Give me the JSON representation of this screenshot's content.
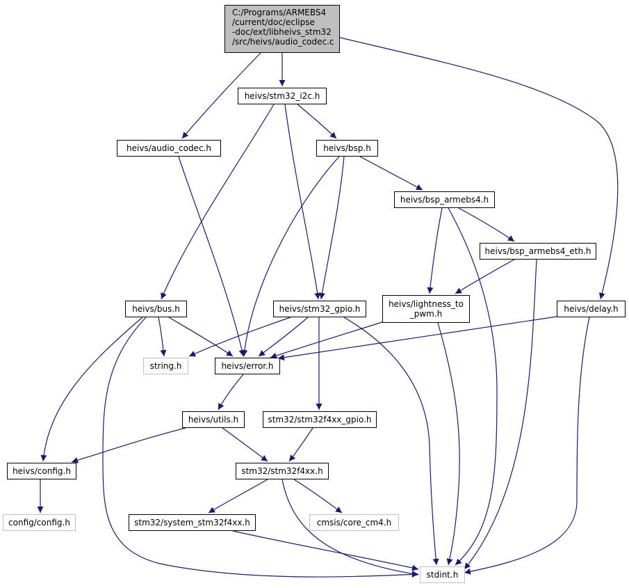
{
  "graph": {
    "edge_color": "#191970",
    "nodes": {
      "audio_codec_c": {
        "label": "C:/Programs/ARMEBS4\n/current/doc/eclipse\n-doc/ext/libheivs_stm32\n/src/heivs/audio_codec.c",
        "style": "root"
      },
      "stm32_i2c_h": {
        "label": "heivs/stm32_i2c.h"
      },
      "audio_codec_h": {
        "label": "heivs/audio_codec.h"
      },
      "bsp_h": {
        "label": "heivs/bsp.h"
      },
      "bsp_armebs4_h": {
        "label": "heivs/bsp_armebs4.h"
      },
      "bsp_armebs4_eth_h": {
        "label": "heivs/bsp_armebs4_eth.h"
      },
      "bus_h": {
        "label": "heivs/bus.h"
      },
      "stm32_gpio_h": {
        "label": "heivs/stm32_gpio.h"
      },
      "lightness_to_pwm_h": {
        "label": "heivs/lightness_to\n_pwm.h"
      },
      "delay_h": {
        "label": "heivs/delay.h"
      },
      "string_h": {
        "label": "string.h",
        "style": "gray"
      },
      "error_h": {
        "label": "heivs/error.h"
      },
      "utils_h": {
        "label": "heivs/utils.h"
      },
      "stm32f4xx_gpio_h": {
        "label": "stm32/stm32f4xx_gpio.h"
      },
      "config_h": {
        "label": "heivs/config.h"
      },
      "stm32f4xx_h": {
        "label": "stm32/stm32f4xx.h"
      },
      "config_config_h": {
        "label": "config/config.h",
        "style": "gray"
      },
      "system_stm32f4xx_h": {
        "label": "stm32/system_stm32f4xx.h"
      },
      "core_cm4_h": {
        "label": "cmsis/core_cm4.h",
        "style": "gray"
      },
      "stdint_h": {
        "label": "stdint.h",
        "style": "gray"
      }
    },
    "edges": [
      [
        "audio_codec_c",
        "stm32_i2c_h"
      ],
      [
        "audio_codec_c",
        "audio_codec_h"
      ],
      [
        "audio_codec_c",
        "delay_h"
      ],
      [
        "stm32_i2c_h",
        "bsp_h"
      ],
      [
        "stm32_i2c_h",
        "bus_h"
      ],
      [
        "stm32_i2c_h",
        "stm32_gpio_h"
      ],
      [
        "audio_codec_h",
        "error_h"
      ],
      [
        "bsp_h",
        "bsp_armebs4_h"
      ],
      [
        "bsp_h",
        "stm32_gpio_h"
      ],
      [
        "bsp_h",
        "error_h"
      ],
      [
        "bsp_armebs4_h",
        "bsp_armebs4_eth_h"
      ],
      [
        "bsp_armebs4_h",
        "lightness_to_pwm_h"
      ],
      [
        "bsp_armebs4_h",
        "stdint_h"
      ],
      [
        "bsp_armebs4_eth_h",
        "lightness_to_pwm_h"
      ],
      [
        "bsp_armebs4_eth_h",
        "stdint_h"
      ],
      [
        "bus_h",
        "string_h"
      ],
      [
        "bus_h",
        "error_h"
      ],
      [
        "bus_h",
        "config_h"
      ],
      [
        "bus_h",
        "stdint_h"
      ],
      [
        "stm32_gpio_h",
        "string_h"
      ],
      [
        "stm32_gpio_h",
        "error_h"
      ],
      [
        "stm32_gpio_h",
        "stm32f4xx_gpio_h"
      ],
      [
        "stm32_gpio_h",
        "stdint_h"
      ],
      [
        "lightness_to_pwm_h",
        "error_h"
      ],
      [
        "lightness_to_pwm_h",
        "stdint_h"
      ],
      [
        "delay_h",
        "error_h"
      ],
      [
        "delay_h",
        "stdint_h"
      ],
      [
        "error_h",
        "utils_h"
      ],
      [
        "utils_h",
        "config_h"
      ],
      [
        "utils_h",
        "stm32f4xx_h"
      ],
      [
        "stm32f4xx_gpio_h",
        "stm32f4xx_h"
      ],
      [
        "config_h",
        "config_config_h"
      ],
      [
        "stm32f4xx_h",
        "system_stm32f4xx_h"
      ],
      [
        "stm32f4xx_h",
        "core_cm4_h"
      ],
      [
        "stm32f4xx_h",
        "stdint_h"
      ],
      [
        "system_stm32f4xx_h",
        "stdint_h"
      ]
    ]
  }
}
